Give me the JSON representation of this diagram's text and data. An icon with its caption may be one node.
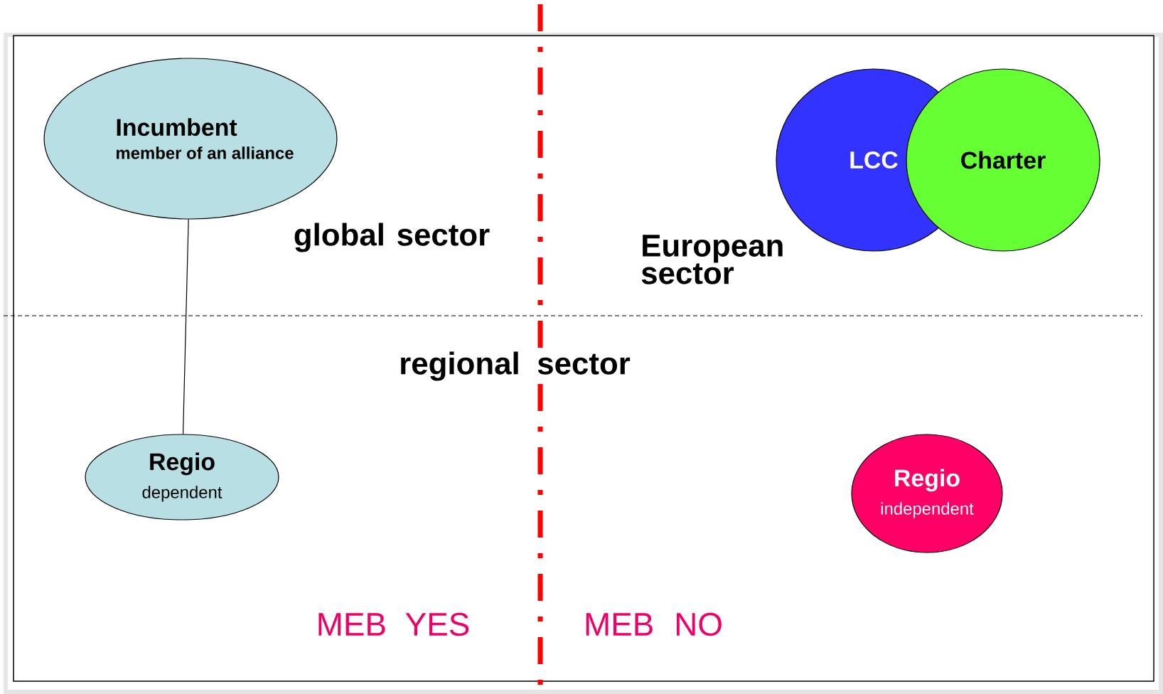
{
  "diagram": {
    "nodes": [
      {
        "text": [
          "Incumbent",
          "member of an alliance"
        ]
      },
      {
        "text": [
          "Regio",
          "dependent"
        ]
      },
      {
        "text": [
          "LCC"
        ]
      },
      {
        "text": [
          "Charter"
        ]
      },
      {
        "text": [
          "Regio",
          "independent"
        ]
      }
    ],
    "edges": [
      {
        "from": 0,
        "to": 1,
        "arrow": "none"
      }
    ],
    "labels": [
      "global sector",
      "European sector",
      "regional sector",
      "MEB YES",
      "MEB NO"
    ]
  }
}
